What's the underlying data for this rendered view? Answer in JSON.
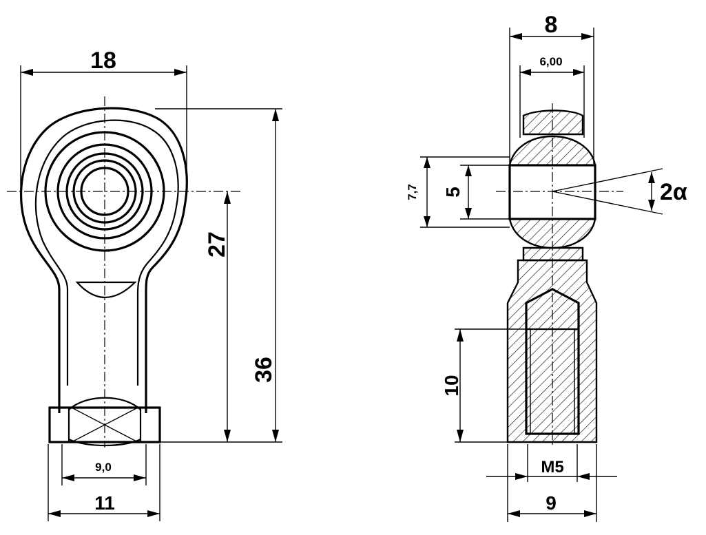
{
  "front_view": {
    "width_label": "18",
    "inner_height_label": "27",
    "total_height_label": "36",
    "wrench_inner_label": "9,0",
    "wrench_outer_label": "11"
  },
  "side_view": {
    "ball_width_label": "8",
    "inner_ring_label": "6,00",
    "sphere_dia_label": "7,7",
    "bore_label": "5",
    "tilt_label": "2α",
    "thread_depth_label": "10",
    "thread_label": "M5",
    "body_width_label": "9"
  }
}
